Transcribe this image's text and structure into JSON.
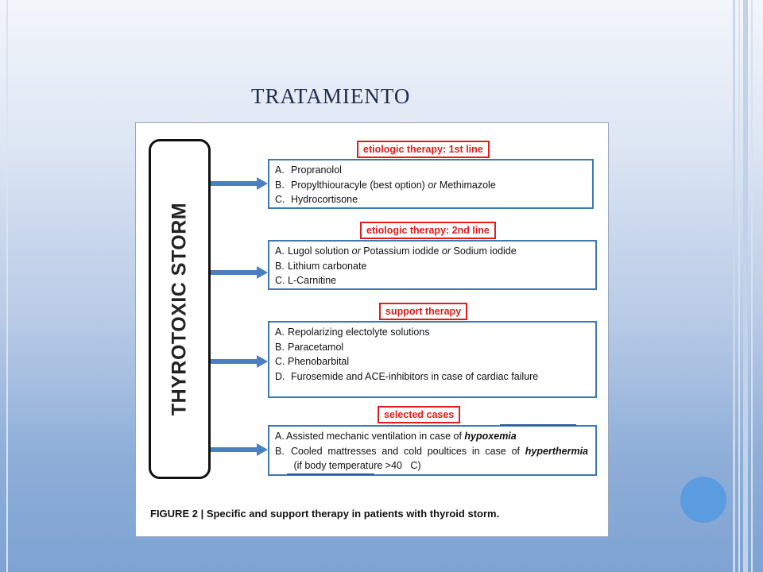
{
  "slide": {
    "title": "TRATAMIENTO",
    "accent_color": "#5b9be0"
  },
  "figure": {
    "side_label": "THYROTOXIC STORM",
    "caption": "FIGURE 2 | Specific and support therapy in patients with thyroid storm.",
    "label_color": "#e41b1b",
    "box_color": "#3f77b3",
    "arrow_color": "#4a7fc0",
    "groups": [
      {
        "label": "etiologic therapy: 1st line",
        "items": [
          {
            "marker": "A.",
            "parts": [
              "Propranolol"
            ]
          },
          {
            "marker": "B.",
            "parts": [
              "Propylthiouracyle (best option)",
              " or ",
              "Methimazole"
            ]
          },
          {
            "marker": "C.",
            "parts": [
              "Hydrocortisone"
            ]
          }
        ]
      },
      {
        "label": "etiologic therapy: 2nd line",
        "items": [
          {
            "marker": "A.",
            "parts": [
              "Lugol solution",
              " or ",
              "Potassium iodide",
              " or ",
              "Sodium iodide"
            ]
          },
          {
            "marker": "B.",
            "parts": [
              "Lithium carbonate"
            ]
          },
          {
            "marker": "C.",
            "parts": [
              "L-Carnitine"
            ]
          }
        ]
      },
      {
        "label": "support therapy",
        "items": [
          {
            "marker": "A.",
            "parts": [
              "Repolarizing electolyte solutions"
            ]
          },
          {
            "marker": "B.",
            "parts": [
              "Paracetamol"
            ]
          },
          {
            "marker": "C.",
            "parts": [
              "Phenobarbital"
            ]
          },
          {
            "marker": "D.",
            "parts": [
              "Furosemide and ACE-inhibitors in case of cardiac failure"
            ]
          }
        ]
      },
      {
        "label": "selected cases",
        "items": [
          {
            "marker": "A.",
            "parts": [
              "Assisted mechanic ventilation in case of",
              " hypoxemia"
            ]
          },
          {
            "marker": "B.",
            "parts": [
              "Cooled mattresses and cold poultices in case of",
              " hyperthermia",
              " (if body temperature >40   C)"
            ]
          }
        ]
      }
    ]
  }
}
